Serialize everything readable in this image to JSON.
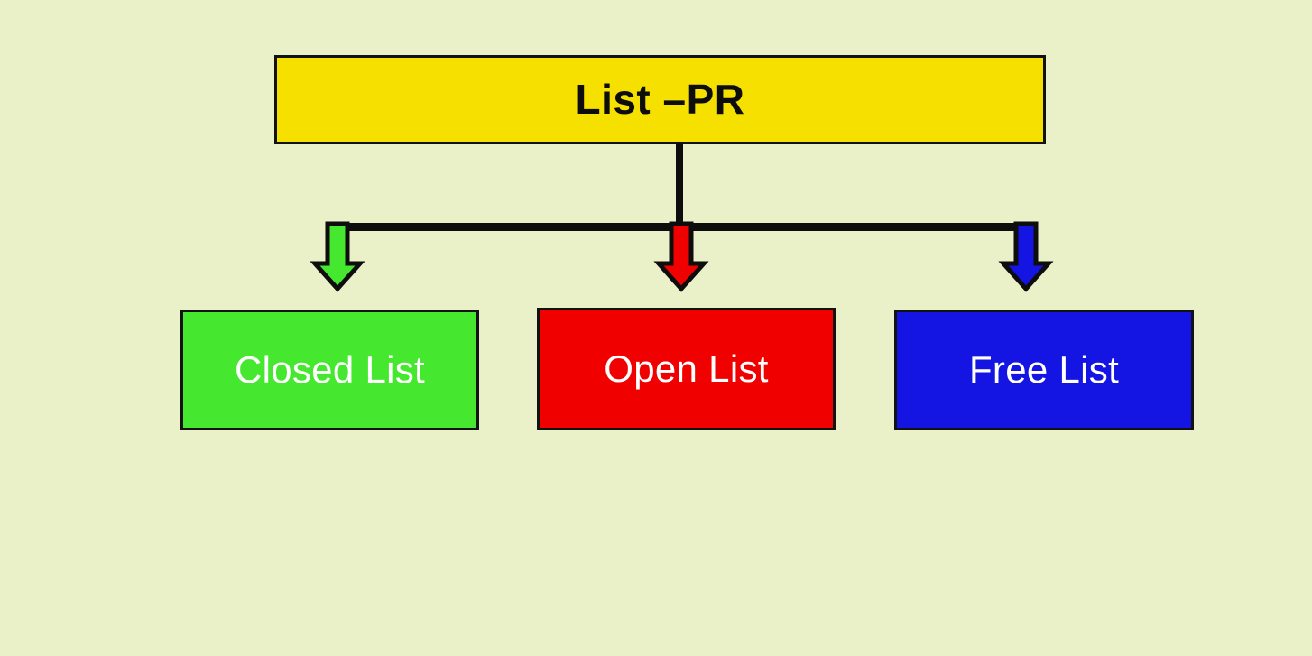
{
  "diagram": {
    "background_color": "#eaf0c8",
    "root": {
      "label": "List –PR",
      "fill_color": "#f5e000",
      "text_color": "#0d0d0d",
      "border_color": "#121212"
    },
    "connectors": {
      "stem_color": "#0d0d0d",
      "bus_color": "#0d0d0d",
      "outline_color": "#0d0d0d"
    },
    "children": [
      {
        "label": "Closed List",
        "fill_color": "#45e82f",
        "text_color": "#ffffff",
        "border_color": "#121212",
        "arrow_color": "#45e82f",
        "arrow_name": "down-arrow-closed-list"
      },
      {
        "label": "Open List",
        "fill_color": "#f10000",
        "text_color": "#ffffff",
        "border_color": "#121212",
        "arrow_color": "#f10000",
        "arrow_name": "down-arrow-open-list"
      },
      {
        "label": "Free List",
        "fill_color": "#1414e3",
        "text_color": "#ffffff",
        "border_color": "#121212",
        "arrow_color": "#1414e3",
        "arrow_name": "down-arrow-free-list"
      }
    ]
  }
}
